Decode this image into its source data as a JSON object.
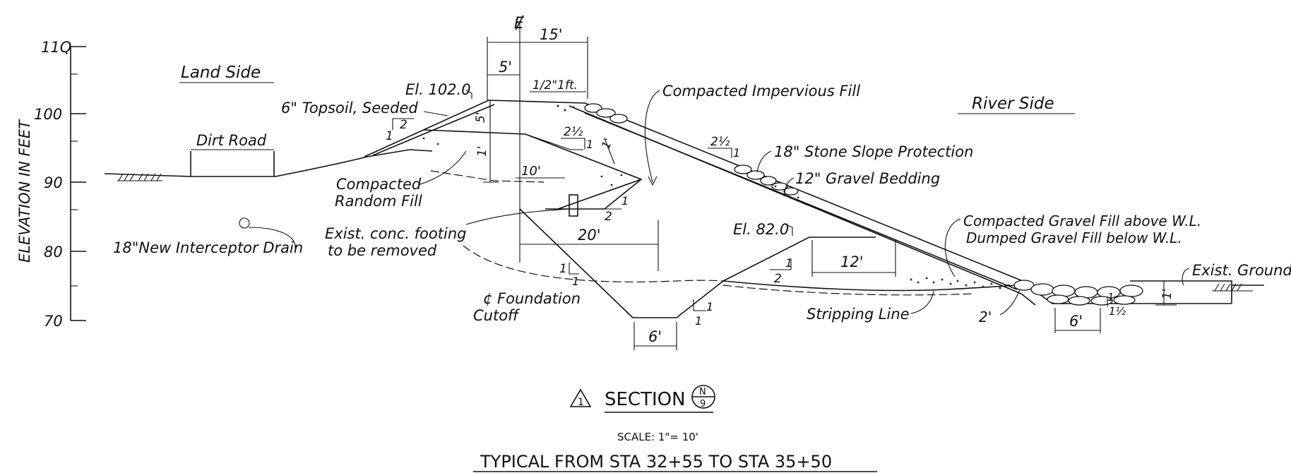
{
  "axis": {
    "label": "ELEVATION IN FEET",
    "ticks": [
      "11Q",
      "100",
      "90",
      "80",
      "70"
    ]
  },
  "labels": {
    "land_side": "Land Side",
    "river_side": "River Side",
    "dirt_road": "Dirt Road",
    "topsoil": "6\" Topsoil, Seeded",
    "el_102": "El. 102.0",
    "centerline": "Ɇ",
    "dim_15": "15'",
    "dim_5": "5'",
    "dim_half_1ft": "1/2\"1ft.",
    "impervious_fill": "Compacted Impervious Fill",
    "stone_slope": "18\" Stone Slope Protection",
    "gravel_bedding": "12\" Gravel Bedding",
    "compacted_random_1": "Compacted",
    "compacted_random_2": "Random Fill",
    "footing_1": "Exist. conc. footing",
    "footing_2": "to be removed",
    "interceptor": "18\"New Interceptor Drain",
    "dim_10": "10'",
    "dim_20": "20'",
    "dim_12": "12'",
    "dim_6a": "6'",
    "dim_6b": "6'",
    "dim_2": "2'",
    "el_82": "El. 82.0",
    "gravel_fill_1": "Compacted Gravel Fill above W.L.",
    "gravel_fill_2": "Dumped Gravel Fill below W.L.",
    "exist_ground": "Exist. Ground",
    "foundation_1": "¢ Foundation",
    "foundation_2": "Cutoff",
    "stripping_line": "Stripping Line",
    "slope_2": "2",
    "slope_1a": "1",
    "slope_2half_a": "2½",
    "slope_1b": "1",
    "slope_2half_b": "2½",
    "slope_1c": "1",
    "slope_2b": "2",
    "slope_1d": "1",
    "slope_1e": "1",
    "slope_1f": "1",
    "slope_1g": "1",
    "slope_1h": "1",
    "slope_2c": "2",
    "slope_1i": "1",
    "slope_1half": "1½",
    "slope_1j": "1",
    "dim_v_5": "5'",
    "dim_v_1": "1'",
    "dim_v_1b": "1'",
    "dim_v_1c": "1'"
  },
  "title": {
    "section": "SECTION",
    "callout_num": "1",
    "callout_top": "N",
    "callout_bottom": "9",
    "scale": "SCALE: 1\"= 10'",
    "typical": "TYPICAL FROM STA 32+55 TO STA 35+50"
  }
}
